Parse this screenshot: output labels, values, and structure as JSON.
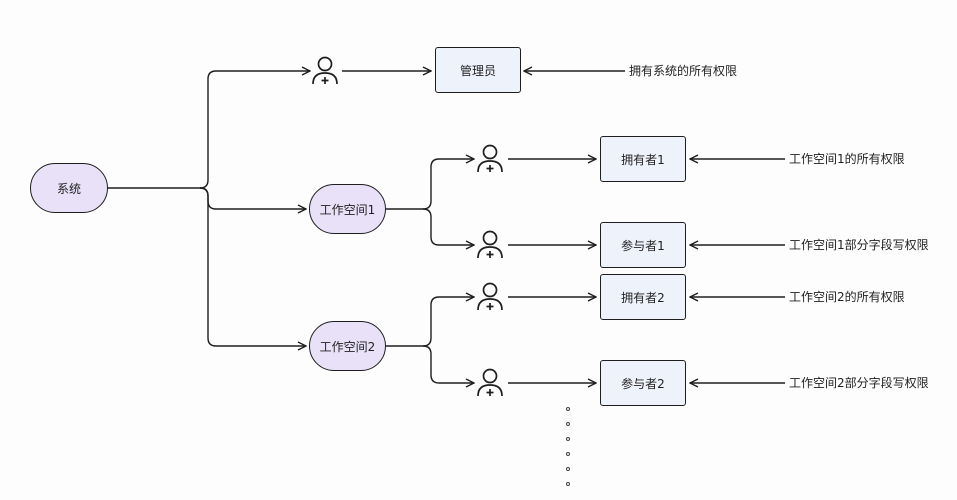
{
  "root": {
    "label": "系统"
  },
  "admin": {
    "label": "管理员",
    "note": "拥有系统的所有权限"
  },
  "workspaces": [
    {
      "label": "工作空间1",
      "roles": [
        {
          "label": "拥有者1",
          "note": "工作空间1的所有权限"
        },
        {
          "label": "参与者1",
          "note": "工作空间1部分字段写权限"
        }
      ]
    },
    {
      "label": "工作空间2",
      "roles": [
        {
          "label": "拥有者2",
          "note": "工作空间2的所有权限"
        },
        {
          "label": "参与者2",
          "note": "工作空间2部分字段写权限"
        }
      ]
    }
  ],
  "icons": {
    "user": "user-add-icon",
    "ellipsis": "ellipsis-dots"
  },
  "colors": {
    "pill_fill": "#e8e1f8",
    "box_fill": "#eef2fb",
    "stroke": "#1e1e1e"
  }
}
